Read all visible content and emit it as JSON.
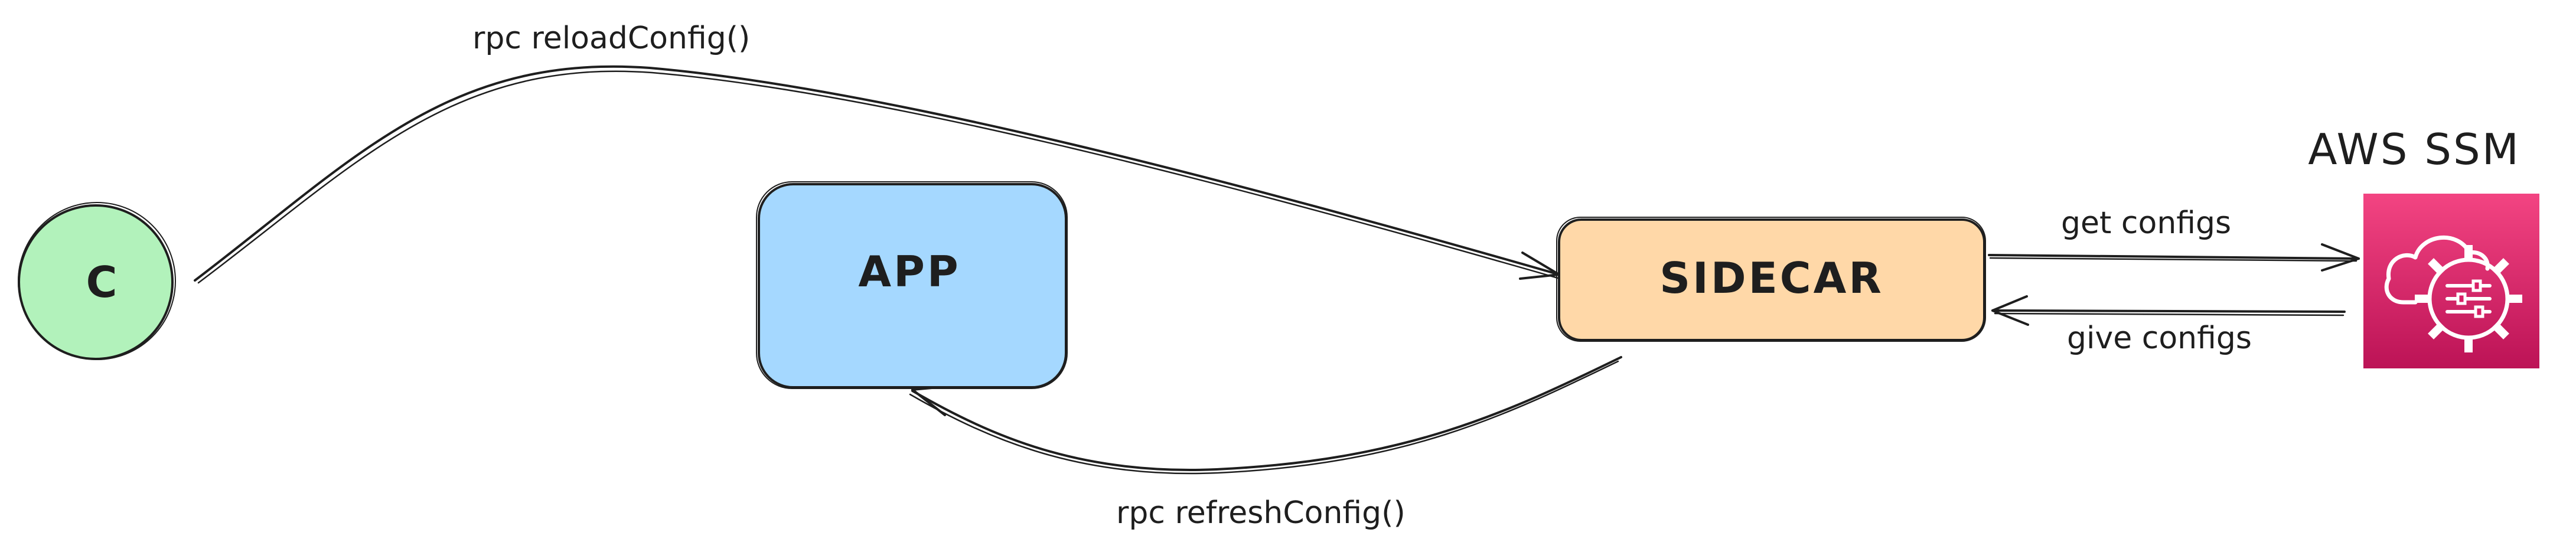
{
  "nodes": {
    "client": {
      "label": "C",
      "fill": "#b2f2bb"
    },
    "app": {
      "label": "APP",
      "fill": "#a5d8ff"
    },
    "sidecar": {
      "label": "SIDECAR",
      "fill": "#ffd8a8"
    },
    "aws_ssm": {
      "label": "AWS SSM",
      "icon": "aws-systems-manager-parameter-store-icon",
      "gradient_top": "#f34482",
      "gradient_bottom": "#bc1356"
    }
  },
  "edges": {
    "client_to_sidecar": {
      "label": "rpc reloadConfig()"
    },
    "sidecar_to_app": {
      "label": "rpc refreshConfig()"
    },
    "sidecar_to_ssm": {
      "label": "get configs"
    },
    "ssm_to_sidecar": {
      "label": "give configs"
    }
  },
  "colors": {
    "stroke": "#1e1e1e",
    "background": "#ffffff"
  }
}
